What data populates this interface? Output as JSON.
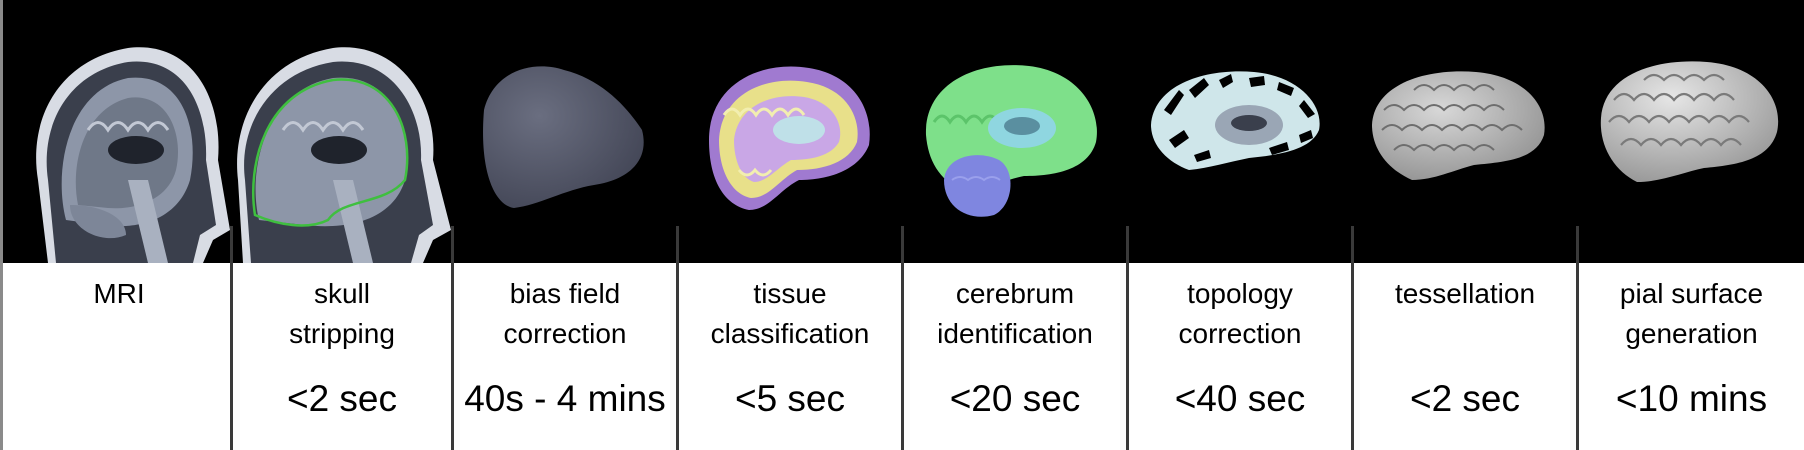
{
  "stages": [
    {
      "label_lines": [
        "MRI"
      ],
      "time": ""
    },
    {
      "label_lines": [
        "skull",
        "stripping"
      ],
      "time": "<2 sec"
    },
    {
      "label_lines": [
        "bias field",
        "correction"
      ],
      "time": "40s - 4 mins"
    },
    {
      "label_lines": [
        "tissue",
        "classification"
      ],
      "time": "<5 sec"
    },
    {
      "label_lines": [
        "cerebrum",
        "identification"
      ],
      "time": "<20 sec"
    },
    {
      "label_lines": [
        "topology",
        "correction"
      ],
      "time": "<40 sec"
    },
    {
      "label_lines": [
        "tessellation"
      ],
      "time": "<2 sec"
    },
    {
      "label_lines": [
        "pial surface",
        "generation"
      ],
      "time": "<10 mins"
    }
  ],
  "colors": {
    "background_top": "#000000",
    "background_bottom": "#ffffff",
    "mri_gray": "#9aa3b2",
    "skull_outline_green": "#3fbf3f",
    "bias_field_slate": "#5c6070",
    "tissue_yellow": "#e8e08a",
    "tissue_purple": "#a07ad0",
    "cerebrum_green": "#7ee08a",
    "cerebellum_blue": "#7f86e0",
    "ventricle_cyan": "#8fd6e0",
    "surface_gray": "#bdbdbd"
  }
}
